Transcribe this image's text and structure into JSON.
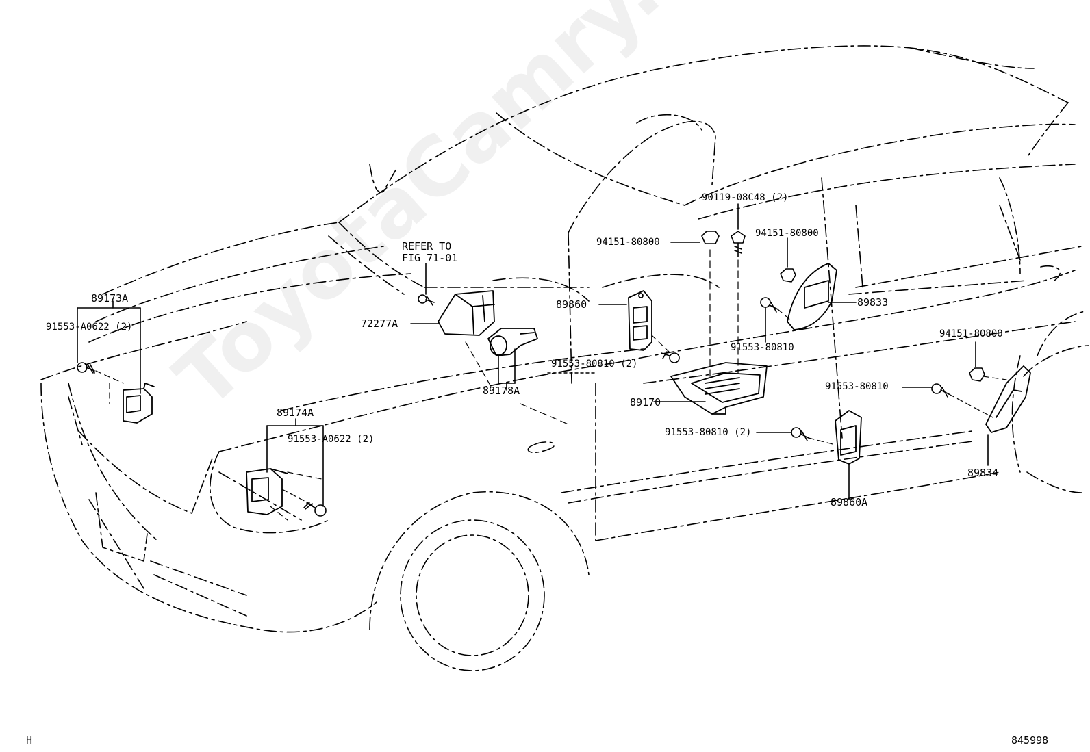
{
  "watermark": "ToyotaCamry.ru",
  "page_letter": "H",
  "figure_number": "845998",
  "callouts": {
    "refer_line1": "REFER TO",
    "refer_line2": "FIG 71-01",
    "p89173A": "89173A",
    "p91553_A0622_a": "91553-A0622 (2)",
    "p72277A": "72277A",
    "p89178A": "89178A",
    "p89174A": "89174A",
    "p91553_A0622_b": "91553-A0622 (2)",
    "p89860": "89860",
    "p94151_80800_a": "94151-80800",
    "p90119_08C48": "90119-08C48 (2)",
    "p94151_80800_b": "94151-80800",
    "p89833": "89833",
    "p91553_80810_a": "91553-80810",
    "p91553_80810_b": "91553-80810 (2)",
    "p89170": "89170",
    "p94151_80800_c": "94151-80800",
    "p91553_80810_c": "91553-80810",
    "p91553_80810_d": "91553-80810 (2)",
    "p89834": "89834",
    "p89860A": "89860A"
  }
}
